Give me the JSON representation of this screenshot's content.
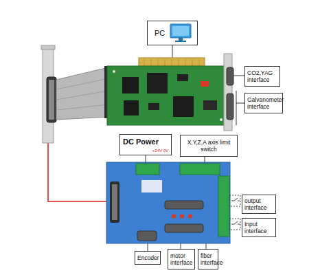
{
  "diagram": {
    "nodes": [
      {
        "text": [
          "PC"
        ]
      },
      {
        "text": [
          "CO2,YAG interface"
        ]
      },
      {
        "text": [
          "Galvanometer interface"
        ]
      },
      {
        "text": [
          "DC Power",
          "+24V 0V"
        ]
      },
      {
        "text": [
          "X,Y,Z,A axis limit switch"
        ]
      },
      {
        "text": [
          "output interface"
        ]
      },
      {
        "text": [
          "Input interface"
        ]
      },
      {
        "text": [
          "Encoder"
        ]
      },
      {
        "text": [
          "motor interface"
        ]
      },
      {
        "text": [
          "fiber interface"
        ]
      }
    ]
  }
}
